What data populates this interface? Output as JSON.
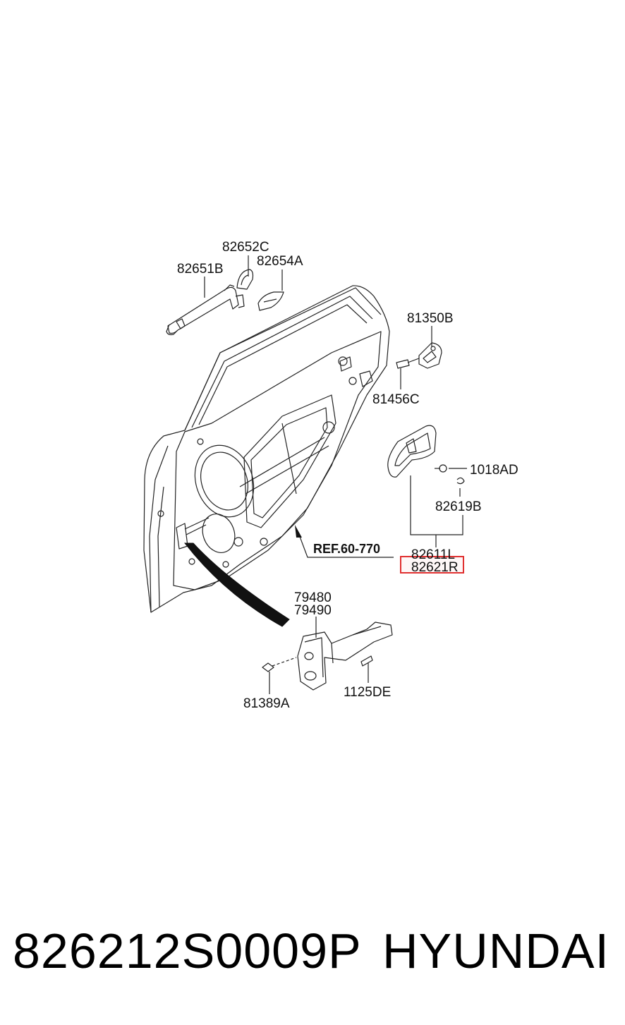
{
  "diagram": {
    "labels": {
      "p82652C": "82652C",
      "p82651B": "82651B",
      "p82654A": "82654A",
      "p81350B": "81350B",
      "p81456C": "81456C",
      "p1018AD": "1018AD",
      "p82619B": "82619B",
      "p82611L": "82611L",
      "p82621R": "82621R",
      "p79480": "79480",
      "p79490": "79490",
      "p81389A": "81389A",
      "p1125DE": "1125DE",
      "ref": "REF.60-770"
    },
    "highlight_color": "#e03030"
  },
  "footer": {
    "part_number": "826212S0009P",
    "brand": "HYUNDAI"
  }
}
